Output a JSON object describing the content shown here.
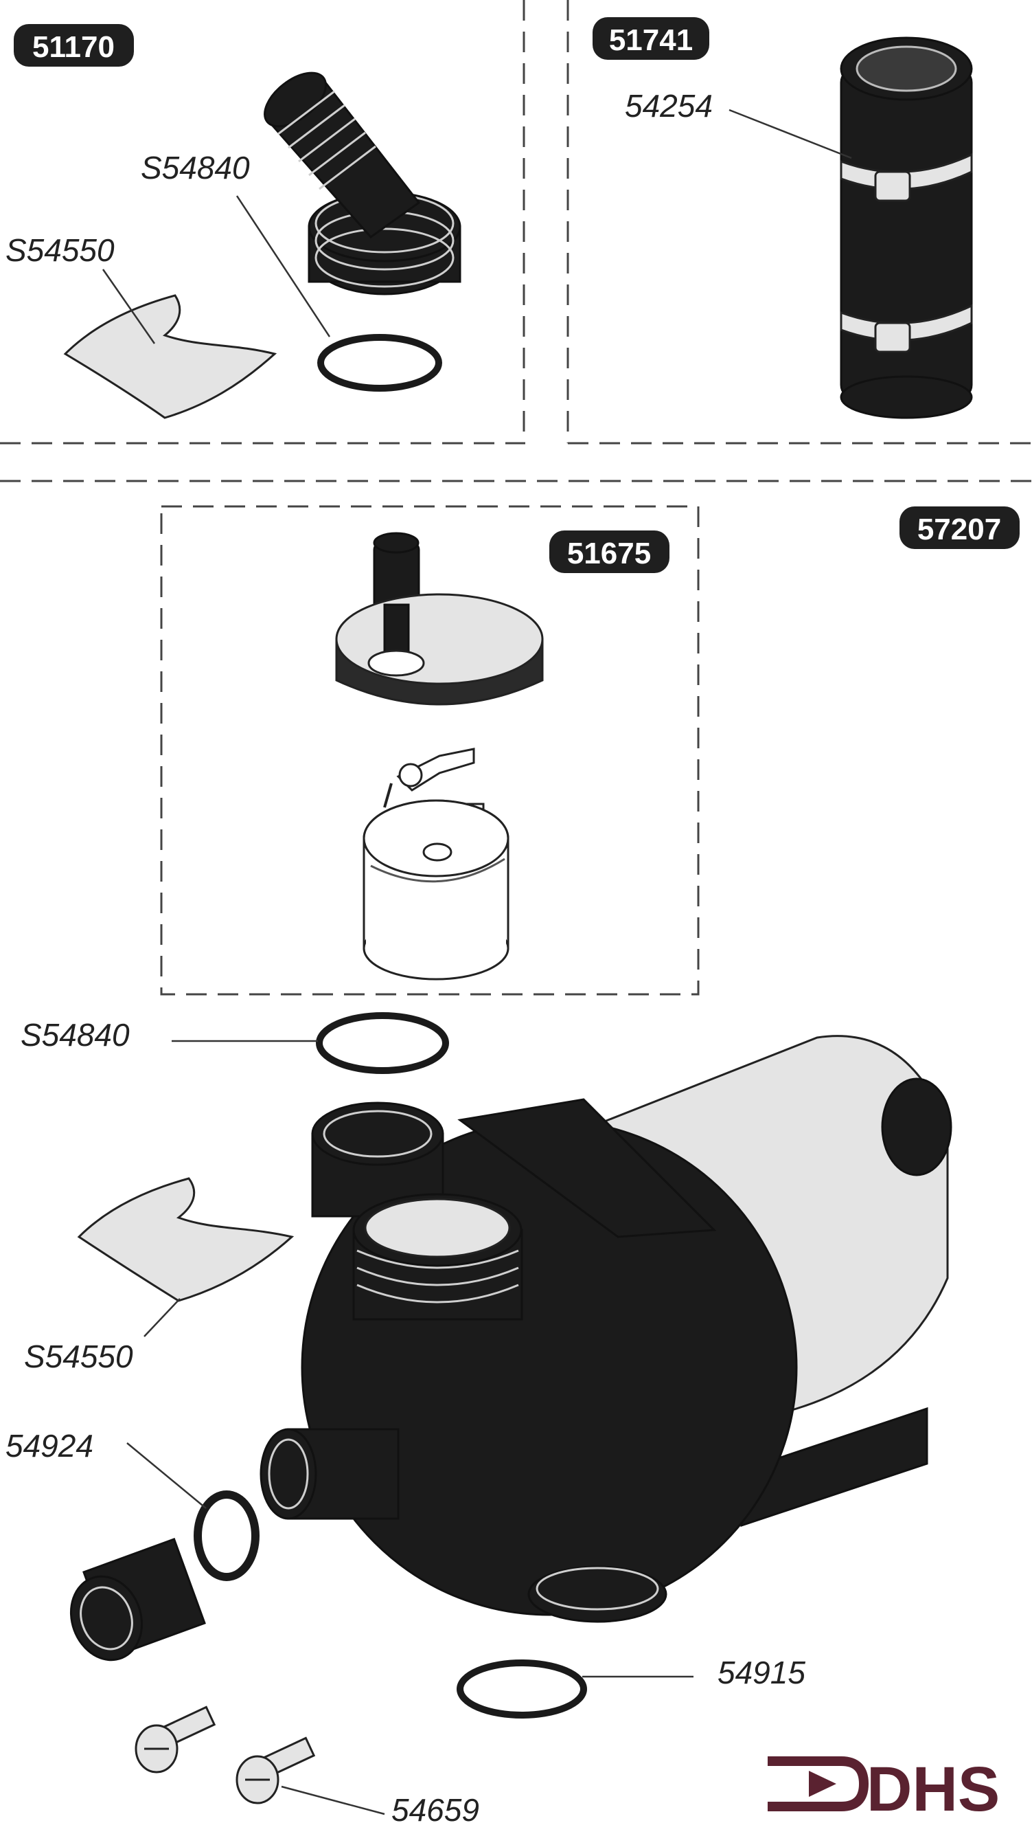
{
  "badges": {
    "top_left": "51170",
    "top_right": "51741",
    "middle_box": "51675",
    "main_assembly": "57207"
  },
  "callouts": {
    "o_ring_top": "S54840",
    "clip_top": "S54550",
    "hose_clamp": "54254",
    "o_ring_middle": "S54840",
    "clip_bottom": "S54550",
    "washer": "54924",
    "o_ring_bottom": "54915",
    "screw": "54659"
  },
  "logo": {
    "text": "DHS",
    "color": "#5a2230"
  },
  "colors": {
    "part_dark": "#1b1b1b",
    "part_light": "#e4e4e4",
    "badge": "#1f1f1f"
  }
}
